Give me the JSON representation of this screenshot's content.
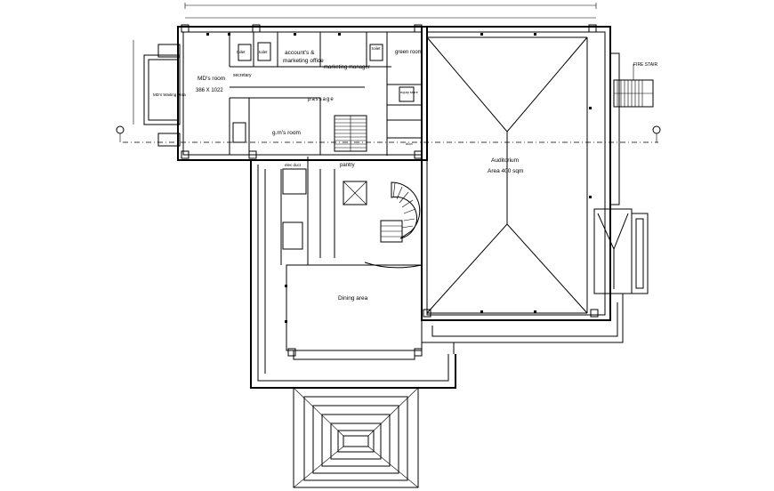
{
  "rooms": {
    "md_room": "MD's room",
    "md_room_size": "386 X 1022",
    "md_waiting": "MD's Waiting Area",
    "toilet1": "toilet",
    "toilet2": "toilet",
    "toilet3": "toilet",
    "accounts": "account's &",
    "marketing_office": "marketing office",
    "marketing_manager": "marketing manager",
    "green_room": "green room",
    "secretary": "secretary",
    "passage": "passage",
    "gm_room": "g.m's room",
    "pantry": "pantry",
    "elec_duct": "elec duct",
    "auditorium": "Auditorium",
    "auditorium_area": "Area 400 sqm",
    "dining": "Dining area",
    "fire_stair": "FIRE STAIR",
    "equip_store": "equip store",
    "duct": "duct"
  },
  "icons": [
    "column-marker-icon",
    "stair-icon",
    "spiral-stair-icon",
    "grid-bubble-icon"
  ]
}
